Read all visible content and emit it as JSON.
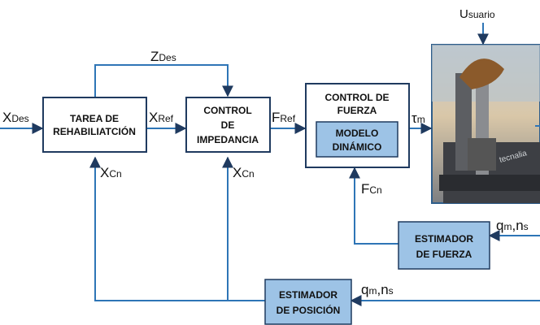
{
  "blocks": {
    "tarea": [
      "TAREA DE",
      "REHABILIATCIÓN"
    ],
    "impedancia": [
      "CONTROL",
      "DE",
      "IMPEDANCIA"
    ],
    "fuerza": [
      "CONTROL DE",
      "FUERZA"
    ],
    "modelo": [
      "MODELO",
      "DINÁMICO"
    ],
    "est_fuerza": [
      "ESTIMADOR",
      "DE FUERZA"
    ],
    "est_posicion": [
      "ESTIMADOR",
      "DE POSICIÓN"
    ]
  },
  "signals": {
    "x_des": {
      "main": "X",
      "sub": "Des"
    },
    "z_des": {
      "main": "Z",
      "sub": "Des"
    },
    "x_ref": {
      "main": "X",
      "sub": "Ref"
    },
    "f_ref": {
      "main": "F",
      "sub": "Ref"
    },
    "tau_m": {
      "main": "τ",
      "sub": "m"
    },
    "x_cn_1": {
      "main": "X",
      "sub": "Cn"
    },
    "x_cn_2": {
      "main": "X",
      "sub": "Cn"
    },
    "f_cn": {
      "main": "F",
      "sub": "Cn"
    },
    "qm_ns_1": {
      "q": "q",
      "m": "m",
      "sep": ",",
      "n": "n",
      "s": "s"
    },
    "qm_ns_2": {
      "q": "q",
      "m": "m",
      "sep": ",",
      "n": "n",
      "s": "s"
    },
    "usuario": {
      "first": "U",
      "rest": "suario"
    }
  },
  "robot_photo": {
    "brand_text": "tecnalia"
  },
  "colors": {
    "block_fill": "#9dc3e6",
    "line": "#2e75b6",
    "stroke": "#1f3a5f"
  }
}
